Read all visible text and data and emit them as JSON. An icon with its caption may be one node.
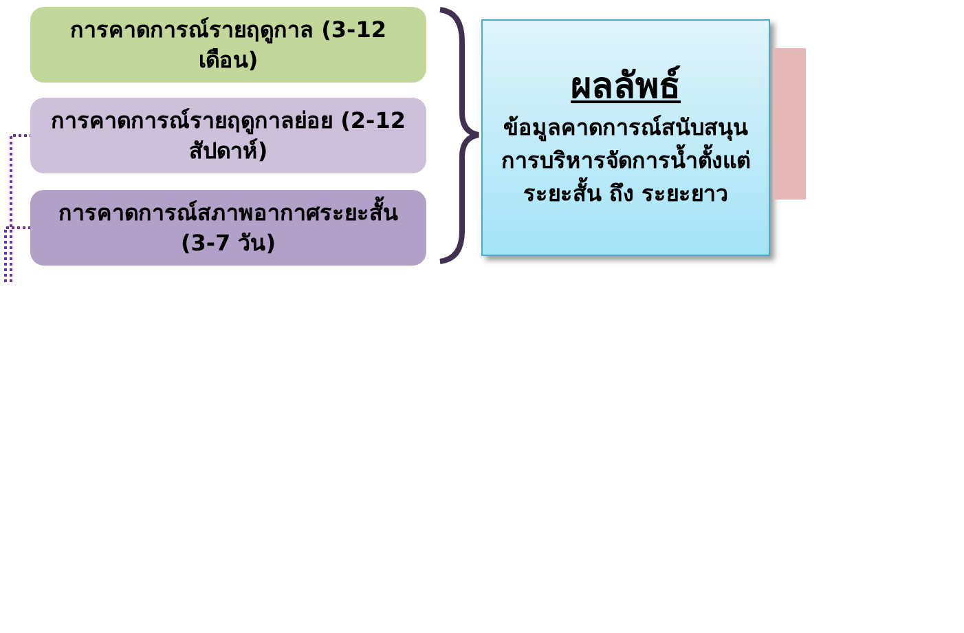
{
  "diagram": {
    "nodes": [
      {
        "text": [
          "การคาดการณ์รายฤดูกาล (3-12 เดือน)"
        ]
      },
      {
        "text": [
          "การคาดการณ์รายฤดูกาลย่อย (2-12 สัปดาห์)"
        ]
      },
      {
        "text": [
          "การคาดการณ์สภาพอากาศระยะสั้น (3-7 วัน)"
        ]
      },
      {
        "text": [
          "ผลลัพธ์",
          "ข้อมูลคาดการณ์สนับสนุนการบริหารจัดการน้ำตั้งแต่ระยะสั้น ถึง ระยะยาว"
        ]
      },
      {
        "text": [],
        "shape": "box"
      }
    ],
    "edges": [
      {
        "from": null,
        "to": 1,
        "arrow": "none",
        "style": "dashed",
        "color": "#7030a0"
      },
      {
        "from": null,
        "to": 2,
        "arrow": "none",
        "style": "dashed",
        "color": "#7030a0"
      }
    ]
  }
}
